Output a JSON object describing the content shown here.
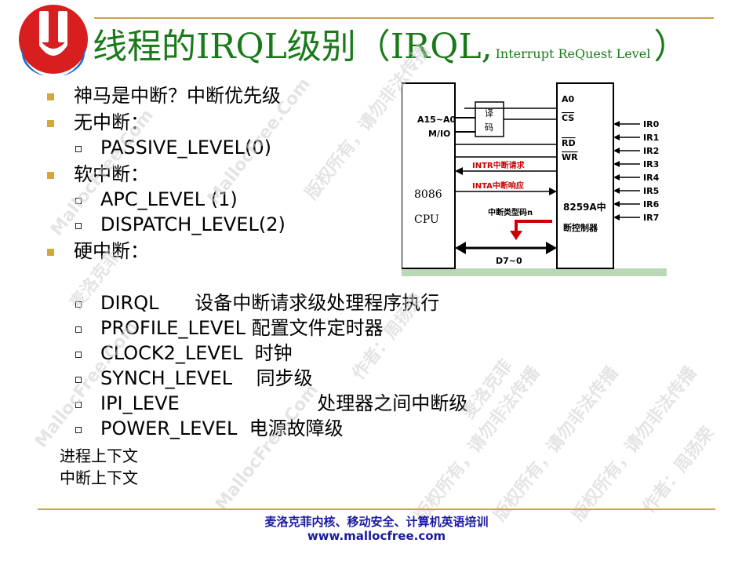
{
  "header": {
    "title_main": "线程的IRQL级别（IRQL,",
    "title_small": "Interrupt ReQuest Level",
    "title_close": "）"
  },
  "bullets": [
    {
      "level": 1,
      "text": "神马是中断？中断优先级"
    },
    {
      "level": 1,
      "text": "无中断："
    },
    {
      "level": 2,
      "text": "PASSIVE_LEVEL(0)"
    },
    {
      "level": 1,
      "text": "软中断："
    },
    {
      "level": 2,
      "text": "APC_LEVEL (1)"
    },
    {
      "level": 2,
      "text": "DISPATCH_LEVEL(2)"
    },
    {
      "level": 1,
      "text": "硬中断："
    },
    {
      "level": 2,
      "text": "DIRQL      设备中断请求级处理程序执行"
    },
    {
      "level": 2,
      "text": "PROFILE_LEVEL 配置文件定时器"
    },
    {
      "level": 2,
      "text": "CLOCK2_LEVEL  时钟"
    },
    {
      "level": 2,
      "text": "SYNCH_LEVEL    同步级"
    },
    {
      "level": 2,
      "text": "IPI_LEVE                       处理器之间中断级"
    },
    {
      "level": 2,
      "text": "POWER_LEVEL  电源故障级"
    }
  ],
  "context": {
    "process": "进程上下文",
    "interrupt": "中断上下文"
  },
  "diagram": {
    "addr_label": "A15~A0",
    "mio_label": "M/IO",
    "decoder_top": "译",
    "decoder_bottom": "码",
    "cpu_top": "8086",
    "cpu_bottom": "CPU",
    "intr_label": "INTR中断请求",
    "inta_label": "INTA中断响应",
    "type_label": "中断类型码n",
    "bus_label": "D7~0",
    "pin_a0": "A0",
    "pin_cs": "CS",
    "pin_rd": "RD",
    "pin_wr": "WR",
    "pic_top": "8259A中",
    "pic_bottom": "断控制器",
    "ir_pins": [
      "IR0",
      "IR1",
      "IR2",
      "IR3",
      "IR4",
      "IR5",
      "IR6",
      "IR7"
    ],
    "colors": {
      "arrow_red": "#cc0000",
      "pcb_green": "#b8d8b8"
    }
  },
  "footer": {
    "line1": "麦洛克菲内核、移动安全、计算机英语培训",
    "line2": "www.mallocfree.com"
  },
  "watermarks": {
    "site": "MallocFree.Com",
    "copyright": "版权所有，请勿非法传播",
    "author": "作者：周扬荣",
    "brand": "麦洛克菲"
  },
  "colors": {
    "title_green": "#1a7a1a",
    "bullet_gold": "#d4a838",
    "rule_gold": "#c8a24a",
    "footer_blue": "#1a1aa0"
  }
}
